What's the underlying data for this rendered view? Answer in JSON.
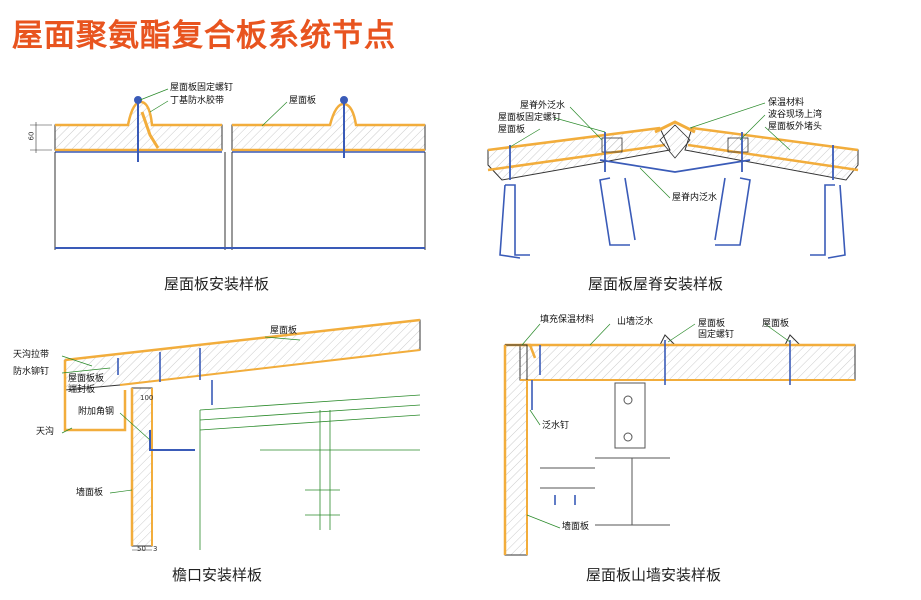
{
  "title": "屋面聚氨酯复合板系统节点",
  "colors": {
    "title": "#e8541f",
    "insulation": "#f2ad3c",
    "steel": "#3a5bb8",
    "structure": "#8fd18f",
    "line": "#333333"
  },
  "panels": {
    "roof_install": {
      "caption": "屋面板安装样板",
      "labels": {
        "fixing_screw": "屋面板固定螺钉",
        "waterproof_tape": "丁基防水胶带",
        "roof_panel": "屋面板",
        "dim": "60"
      }
    },
    "ridge_install": {
      "caption": "屋面板屋脊安装样板",
      "labels": {
        "ridge_flashing": "屋脊外泛水",
        "fixing_screw": "屋面板固定螺钉",
        "roof_panel": "屋面板",
        "insulation": "保温材料",
        "onsite_bend": "波谷现场上湾",
        "end_plug": "屋面板外堵头",
        "inner_flashing": "屋脊内泛水"
      }
    },
    "eave_install": {
      "caption": "檐口安装样板",
      "labels": {
        "roof_panel": "屋面板",
        "gutter_strap": "天沟拉带",
        "rivet": "防水铆钉",
        "end_seal": "屋面板板\n端封板",
        "angle_steel": "附加角钢",
        "gutter": "天沟",
        "wall_panel": "墙面板",
        "dim_100": "100",
        "dim_50": "50",
        "dim_3": "3"
      }
    },
    "gable_install": {
      "caption": "屋面板山墙安装样板",
      "labels": {
        "fill_insulation": "填充保温材料",
        "gable_flashing": "山墙泛水",
        "roof_panel_screw": "屋面板\n固定螺钉",
        "roof_panel": "屋面板",
        "flashing_nail": "泛水钉",
        "wall_panel": "墙面板"
      }
    }
  }
}
